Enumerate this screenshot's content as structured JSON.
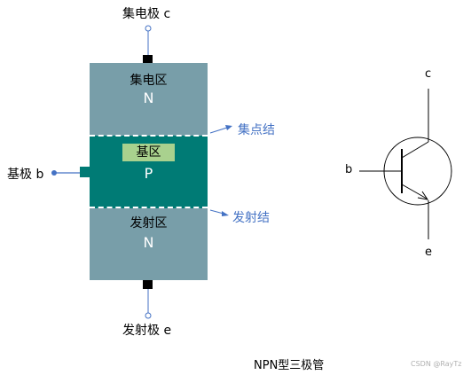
{
  "transistor": {
    "collector_terminal_label": "集电极 c",
    "base_terminal_label": "基极 b",
    "emitter_terminal_label": "发射极 e",
    "collector_region": {
      "name": "集电区",
      "type": "N"
    },
    "base_region": {
      "name": "基区",
      "type": "P"
    },
    "emitter_region": {
      "name": "发射区",
      "type": "N"
    },
    "collector_junction_label": "集点结",
    "emitter_junction_label": "发射结"
  },
  "symbol": {
    "collector_label": "c",
    "base_label": "b",
    "emitter_label": "e"
  },
  "caption": "NPN型三极管",
  "watermark": "CSDN @RayTz",
  "colors": {
    "n_region": "#789ea9",
    "p_region": "#007b75",
    "base_label_box": "#a9d18e",
    "annotation_blue": "#4472c4"
  }
}
